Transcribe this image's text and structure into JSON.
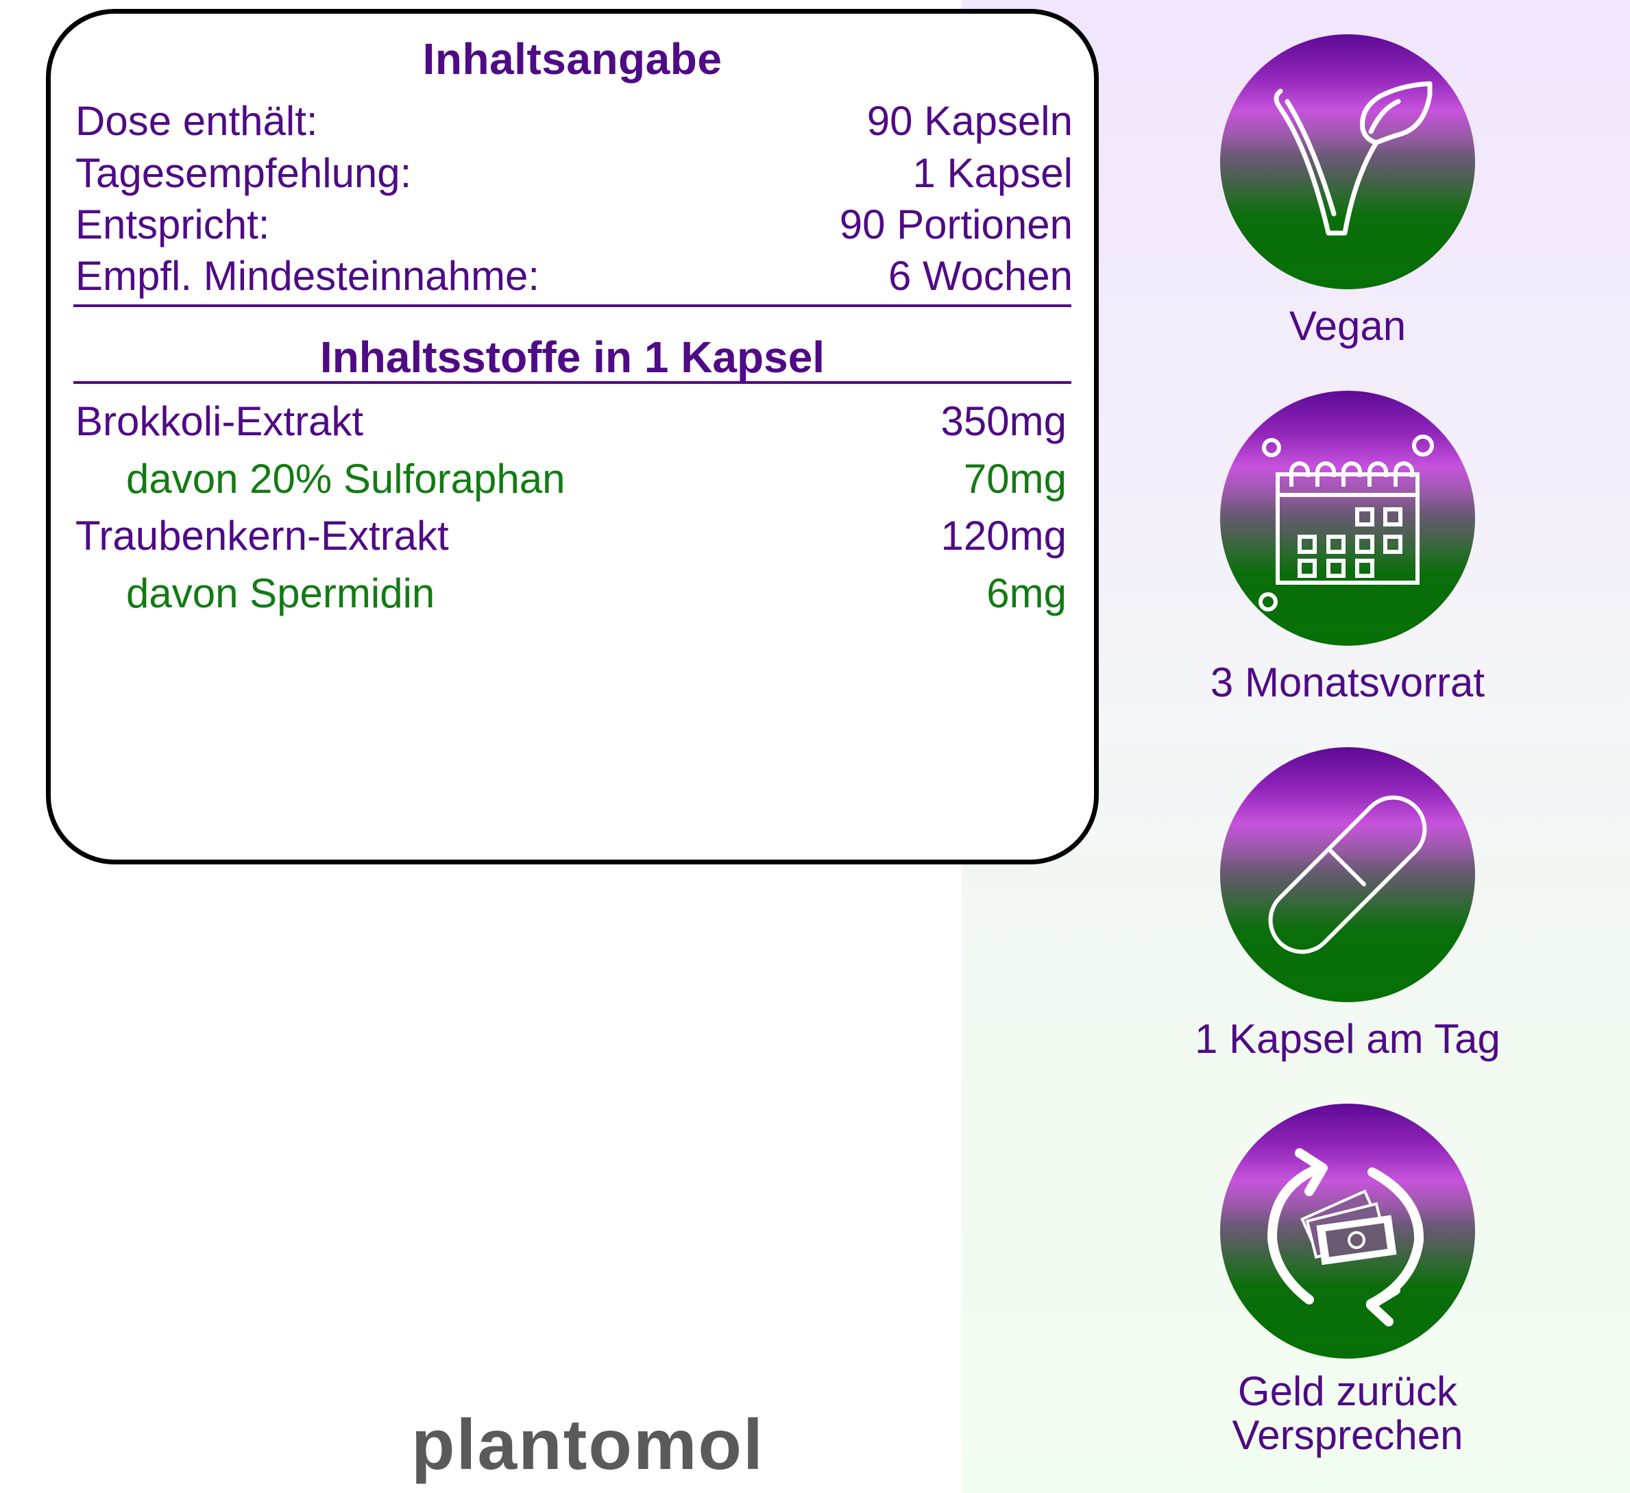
{
  "contents": {
    "title": "Inhaltsangabe",
    "rows": [
      {
        "label": "Dose enthält:",
        "value": "90 Kapseln"
      },
      {
        "label": "Tagesempfehlung:",
        "value": "1 Kapsel"
      },
      {
        "label": "Entspricht:",
        "value": "90 Portionen"
      },
      {
        "label": "Empfl. Mindesteinnahme:",
        "value": "6 Wochen"
      }
    ]
  },
  "ingredients": {
    "title": "Inhaltsstoffe in 1 Kapsel",
    "rows": [
      {
        "label": "Brokkoli-Extrakt",
        "value": "350mg",
        "type": "main"
      },
      {
        "label": "davon 20% Sulforaphan",
        "value": "70mg",
        "type": "sub"
      },
      {
        "label": "Traubenkern-Extrakt",
        "value": "120mg",
        "type": "main"
      },
      {
        "label": "davon Spermidin",
        "value": "6mg",
        "type": "sub"
      }
    ]
  },
  "features": [
    {
      "icon": "vegan-leaf-icon",
      "label": "Vegan"
    },
    {
      "icon": "calendar-icon",
      "label": "3 Monatsvorrat"
    },
    {
      "icon": "capsule-icon",
      "label": "1 Kapsel am Tag"
    },
    {
      "icon": "money-back-icon",
      "label_line1": "Geld zurück",
      "label_line2": "Versprechen"
    }
  ],
  "brand": {
    "logo_text": "plantomol"
  },
  "colors": {
    "primary_purple": "#4f0a86",
    "accent_green": "#137a14",
    "logo_gray": "#5a5a5a",
    "circle_top": "#5e0a96",
    "circle_mid": "#c653dc",
    "circle_bottom": "#067006"
  }
}
